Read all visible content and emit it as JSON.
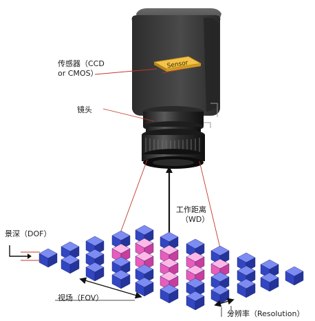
{
  "labels": {
    "sensor_line1": "传感器（CCD",
    "sensor_line2": "or CMOS）",
    "sensor_chip": "Sensor",
    "lens": "镜头",
    "wd_line1": "工作距离",
    "wd_line2": "（WD）",
    "dof": "景深（DOF）",
    "fov": "视场（FOV）",
    "resolution": "分辨率（Resolution）"
  },
  "colors": {
    "camera_body": "#3b3b3b",
    "sensor_chip": "#e8b12a",
    "leader_line": "#c0392b",
    "cube_blue": "#3f55c8",
    "cube_pink": "#f07cc8",
    "arrow": "#111111"
  }
}
